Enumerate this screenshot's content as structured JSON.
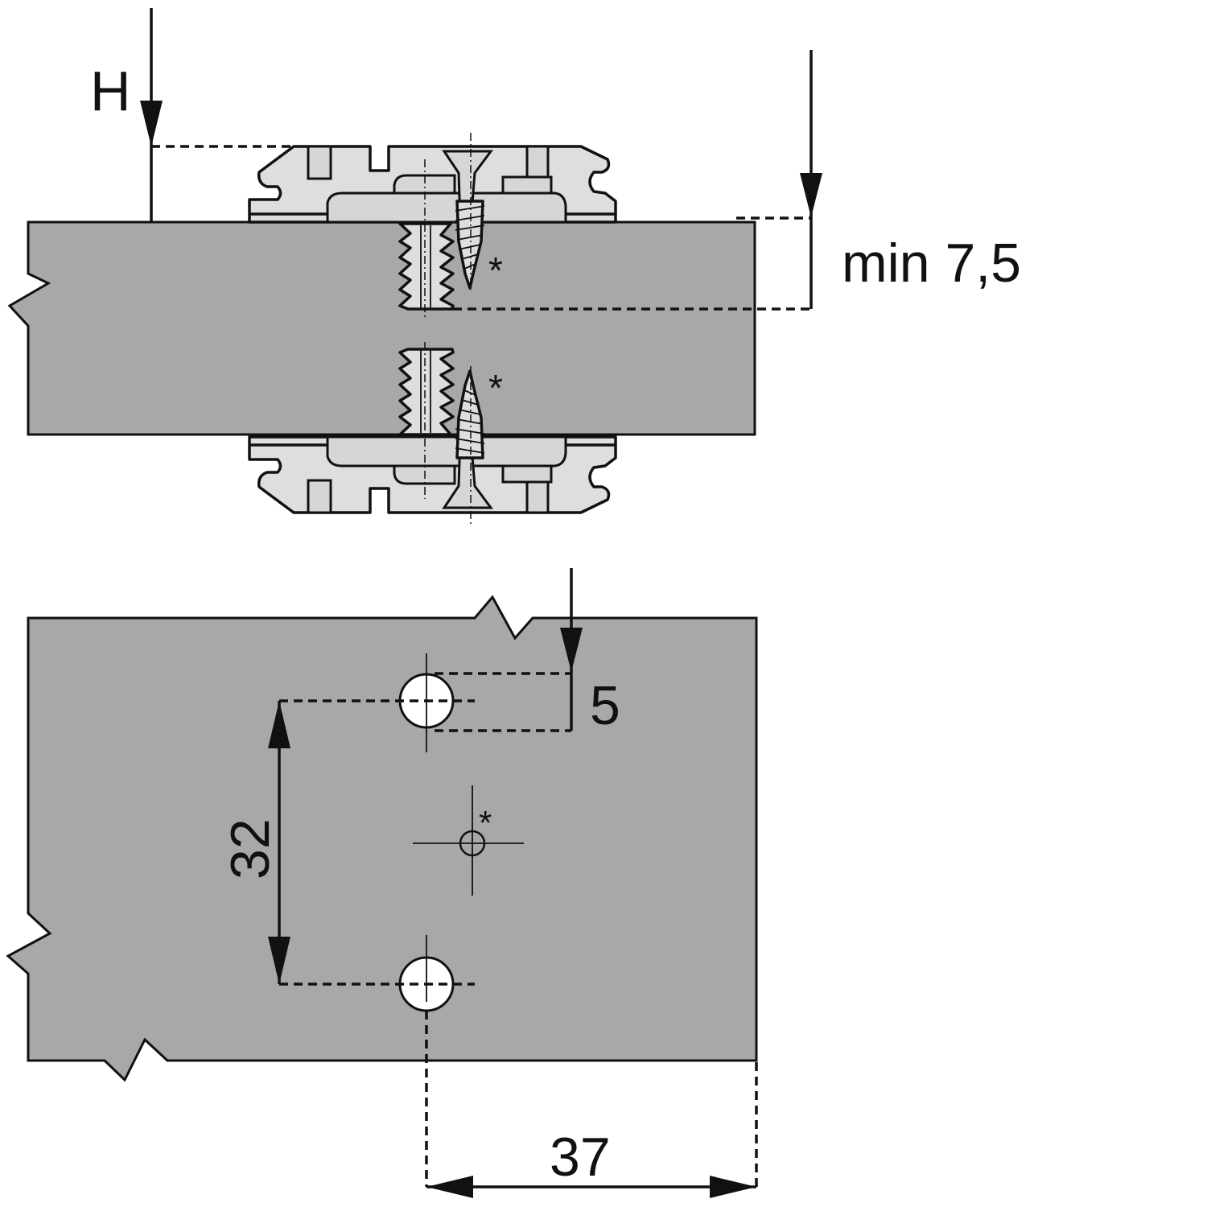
{
  "diagram": {
    "title": "Mounting plate drilling dimensions",
    "labels": {
      "height": "H",
      "min_depth": "min 7,5",
      "edge_offset": "5",
      "hole_spacing": "32",
      "setback": "37",
      "note_marker": "*"
    },
    "colors": {
      "panel": "#a8a8a8",
      "plate": "#dedede",
      "line": "#111111"
    }
  }
}
